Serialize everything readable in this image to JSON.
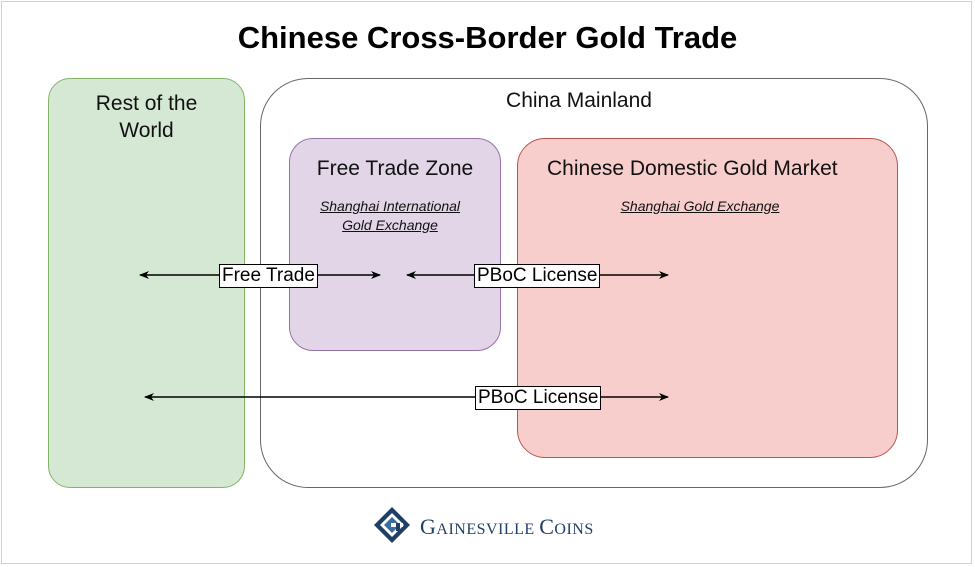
{
  "title": "Chinese Cross-Border Gold Trade",
  "regions": {
    "rest": {
      "label_line1": "Rest of the",
      "label_line2": "World"
    },
    "china": {
      "label": "China Mainland"
    },
    "ftz": {
      "label": "Free Trade Zone",
      "sub_line1": "Shanghai International",
      "sub_line2": "Gold Exchange"
    },
    "domestic": {
      "label": "Chinese Domestic Gold Market",
      "sub": "Shanghai Gold Exchange"
    }
  },
  "arrows": {
    "free_trade": "Free Trade",
    "pboc_1": "PBoC License",
    "pboc_2": "PBoC License"
  },
  "logo": {
    "first_cap": "G",
    "first_rest": "AINESVILLE",
    "second_cap": "C",
    "second_rest": "OINS"
  },
  "colors": {
    "rest_fill": "#d5e8d4",
    "rest_border": "#82b366",
    "ftz_fill": "#e1d5e7",
    "ftz_border": "#9673a6",
    "domestic_fill": "#f8cecc",
    "domestic_border": "#b85450",
    "china_border": "#666666",
    "logo": "#1f3f66"
  }
}
